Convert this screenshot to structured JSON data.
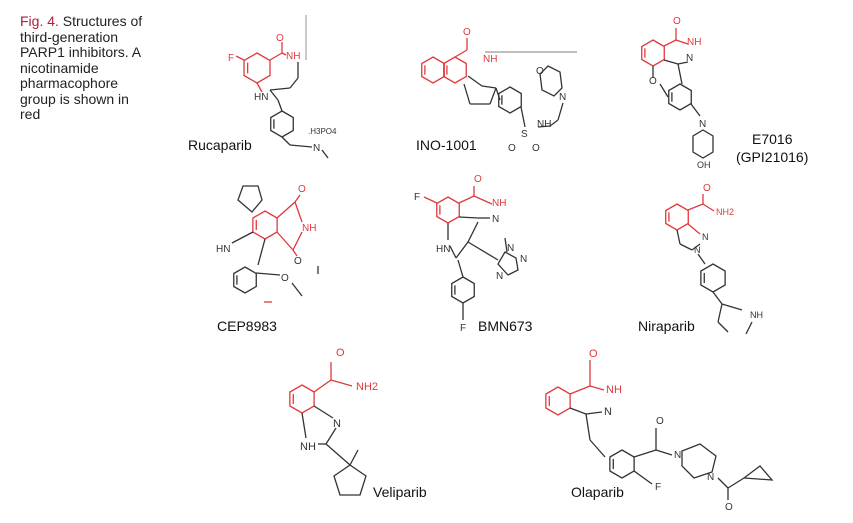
{
  "caption": {
    "label": "Fig. 4.",
    "text": "Structures of third-generation PARP1 inhibitors. A nicotinamide pharmacophore group is shown in red"
  },
  "colors": {
    "pharmacophore": "#e0393b",
    "structure": "#333333",
    "caption_label": "#b01c3c"
  },
  "compounds": {
    "rucaparib": {
      "name": "Rucaparib",
      "atoms": [
        "F",
        "O",
        "NH",
        "HN",
        ".H3PO4",
        "N"
      ]
    },
    "ino1001": {
      "name": "INO-1001",
      "atoms": [
        "O",
        "NH",
        "O",
        "N",
        "NH",
        "S",
        "O",
        "O"
      ]
    },
    "e7016": {
      "name": "E7016",
      "alt_name": "(GPI21016)",
      "atoms": [
        "O",
        "NH",
        "N",
        "O",
        "N",
        "OH"
      ]
    },
    "cep8983": {
      "name": "CEP8983",
      "atoms": [
        "O",
        "NH",
        "O",
        "HN",
        "O"
      ]
    },
    "bmn673": {
      "name": "BMN673",
      "atoms": [
        "F",
        "O",
        "NH",
        "N",
        "HN",
        "N",
        "N",
        "N",
        "F"
      ]
    },
    "niraparib": {
      "name": "Niraparib",
      "atoms": [
        "O",
        "NH2",
        "N",
        "N",
        "NH"
      ]
    },
    "veliparib": {
      "name": "Veliparib",
      "atoms": [
        "O",
        "NH2",
        "N",
        "NH"
      ]
    },
    "olaparib": {
      "name": "Olaparib",
      "atoms": [
        "O",
        "NH",
        "N",
        "O",
        "N",
        "N",
        "F",
        "O"
      ]
    }
  }
}
